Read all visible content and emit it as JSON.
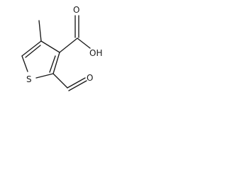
{
  "molecule": {
    "atoms": {
      "sulfur": "S",
      "carboxyl_oxygen": "O",
      "hydroxyl": "OH",
      "aldehyde_oxygen": "O"
    }
  }
}
